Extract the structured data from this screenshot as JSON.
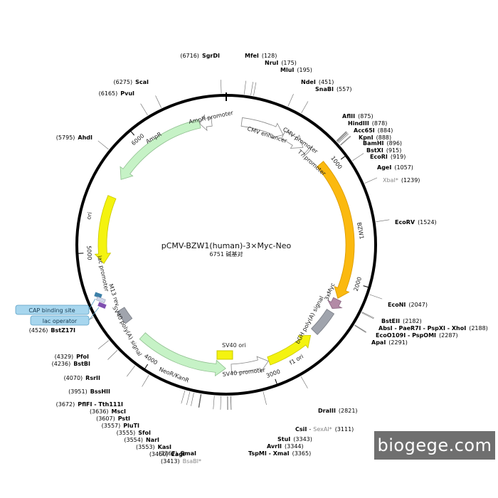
{
  "plasmid": {
    "name": "pCMV-BZW1(human)-3×Myc-Neo",
    "size_label": "6751 碱基对",
    "total_bp": 6751
  },
  "ticks": [
    {
      "bp": 1000,
      "label": "1000"
    },
    {
      "bp": 2000,
      "label": "2000"
    },
    {
      "bp": 3000,
      "label": "3000"
    },
    {
      "bp": 4000,
      "label": "4000"
    },
    {
      "bp": 5000,
      "label": "5000"
    },
    {
      "bp": 6000,
      "label": "6000"
    }
  ],
  "features": [
    {
      "name": "CMV enhancer",
      "start": 135,
      "end": 514,
      "color": "#ffffff",
      "stroke": "#888888",
      "arrow": "cw"
    },
    {
      "name": "CMV promoter",
      "start": 515,
      "end": 718,
      "color": "#ffffff",
      "stroke": "#888888",
      "arrow": "cw"
    },
    {
      "name": "T7 promoter",
      "start": 763,
      "end": 781,
      "color": "#ffffff",
      "stroke": "#888888",
      "arrow": "cw"
    },
    {
      "name": "BZW1",
      "start": 925,
      "end": 2169,
      "color": "#fbb90f",
      "stroke": "#d99800",
      "arrow": "cw"
    },
    {
      "name": "3xMyc",
      "start": 2180,
      "end": 2270,
      "color": "#b38aa6",
      "stroke": "#8a6580",
      "arrow": "cw"
    },
    {
      "name": "bGH poly(A) signal",
      "start": 2300,
      "end": 2524,
      "color": "#a0a4ad",
      "stroke": "#7a7e86",
      "arrow": "none"
    },
    {
      "name": "f1 ori",
      "start": 2570,
      "end": 2998,
      "color": "#f4f30f",
      "stroke": "#c8c700",
      "arrow": "ccw"
    },
    {
      "name": "SV40 promoter",
      "start": 3002,
      "end": 3331,
      "color": "#ffffff",
      "stroke": "#888888",
      "arrow": "ccw"
    },
    {
      "name": "NeoR/KanR",
      "start": 3380,
      "end": 4174,
      "color": "#c6f2c6",
      "stroke": "#8fbf8f",
      "arrow": "ccw"
    },
    {
      "name": "SV40 poly(A) signal",
      "start": 4350,
      "end": 4471,
      "color": "#a0a4ad",
      "stroke": "#7a7e86",
      "arrow": "none"
    },
    {
      "name": "ori",
      "start": 4900,
      "end": 5488,
      "color": "#f4f30f",
      "stroke": "#c8c700",
      "arrow": "ccw"
    },
    {
      "name": "AmpR",
      "start": 5659,
      "end": 6519,
      "color": "#c6f2c6",
      "stroke": "#8fbf8f",
      "arrow": "ccw"
    },
    {
      "name": "AmpR promoter",
      "start": 6520,
      "end": 6624,
      "color": "#ffffff",
      "stroke": "#888888",
      "arrow": "ccw"
    }
  ],
  "inner_labels": {
    "sv40_ori": "SV40 ori",
    "m13_rev": "M13 rev",
    "lac_promoter": "lac promoter"
  },
  "side_boxes": [
    {
      "text": "CAP binding site"
    },
    {
      "text": "lac operator"
    }
  ],
  "sites_right": [
    {
      "name": "MfeI",
      "pos": "(128)"
    },
    {
      "name": "NruI",
      "pos": "(175)"
    },
    {
      "name": "MluI",
      "pos": "(195)"
    },
    {
      "name": "NdeI",
      "pos": "(451)"
    },
    {
      "name": "SnaBI",
      "pos": "(557)"
    },
    {
      "name": "AflII",
      "pos": "(875)"
    },
    {
      "name": "HindIII",
      "pos": "(878)"
    },
    {
      "name": "Acc65I",
      "pos": "(884)"
    },
    {
      "name": "KpnI",
      "pos": "(888)"
    },
    {
      "name": "BamHI",
      "pos": "(896)"
    },
    {
      "name": "BstXI",
      "pos": "(915)"
    },
    {
      "name": "EcoRI",
      "pos": "(919)"
    },
    {
      "name": "AgeI",
      "pos": "(1057)"
    },
    {
      "name": "XbaI*",
      "pos": "(1239)",
      "gray": true
    },
    {
      "name": "EcoRV",
      "pos": "(1524)"
    },
    {
      "name": "EcoNI",
      "pos": "(2047)"
    },
    {
      "name": "BstEII",
      "pos": "(2182)"
    },
    {
      "name": "AbsI - PaeR7I - PspXI - XhoI",
      "pos": "(2188)"
    },
    {
      "name": "EcoO109I - PspOMI",
      "pos": "(2287)"
    },
    {
      "name": "ApaI",
      "pos": "(2291)"
    },
    {
      "name": "DraIII",
      "pos": "(2821)"
    }
  ],
  "sites_bottom": [
    {
      "name": "CsiI",
      "extra": "SexAI*",
      "pos": "(3111)"
    },
    {
      "name": "StuI",
      "pos": "(3343)"
    },
    {
      "name": "AvrII",
      "pos": "(3344)"
    },
    {
      "name": "TspMI - XmaI",
      "pos": "(3365)"
    },
    {
      "name": "SmaI",
      "pos": "(3367)"
    }
  ],
  "sites_left": [
    {
      "name": "SgrDI",
      "pos": "(6716)"
    },
    {
      "name": "ScaI",
      "pos": "(6275)"
    },
    {
      "name": "PvuI",
      "pos": "(6165)"
    },
    {
      "name": "AhdI",
      "pos": "(5795)"
    },
    {
      "name": "BstZ17I",
      "pos": "(4526)"
    },
    {
      "name": "PfoI",
      "pos": "(4329)"
    },
    {
      "name": "BstBI",
      "pos": "(4236)"
    },
    {
      "name": "RsrII",
      "pos": "(4070)"
    },
    {
      "name": "BssHII",
      "pos": "(3951)"
    },
    {
      "name": "PflFI - Tth111I",
      "pos": "(3672)"
    },
    {
      "name": "MscI",
      "pos": "(3636)"
    },
    {
      "name": "PstI",
      "pos": "(3607)"
    },
    {
      "name": "PluTI",
      "pos": "(3557)"
    },
    {
      "name": "SfoI",
      "pos": "(3555)"
    },
    {
      "name": "NarI",
      "pos": "(3554)"
    },
    {
      "name": "KasI",
      "pos": "(3553)"
    },
    {
      "name": "EagI",
      "pos": "(3460)"
    },
    {
      "name": "BsaBI*",
      "pos": "(3413)",
      "gray": true
    }
  ],
  "watermark": {
    "text": "biogege.com"
  }
}
